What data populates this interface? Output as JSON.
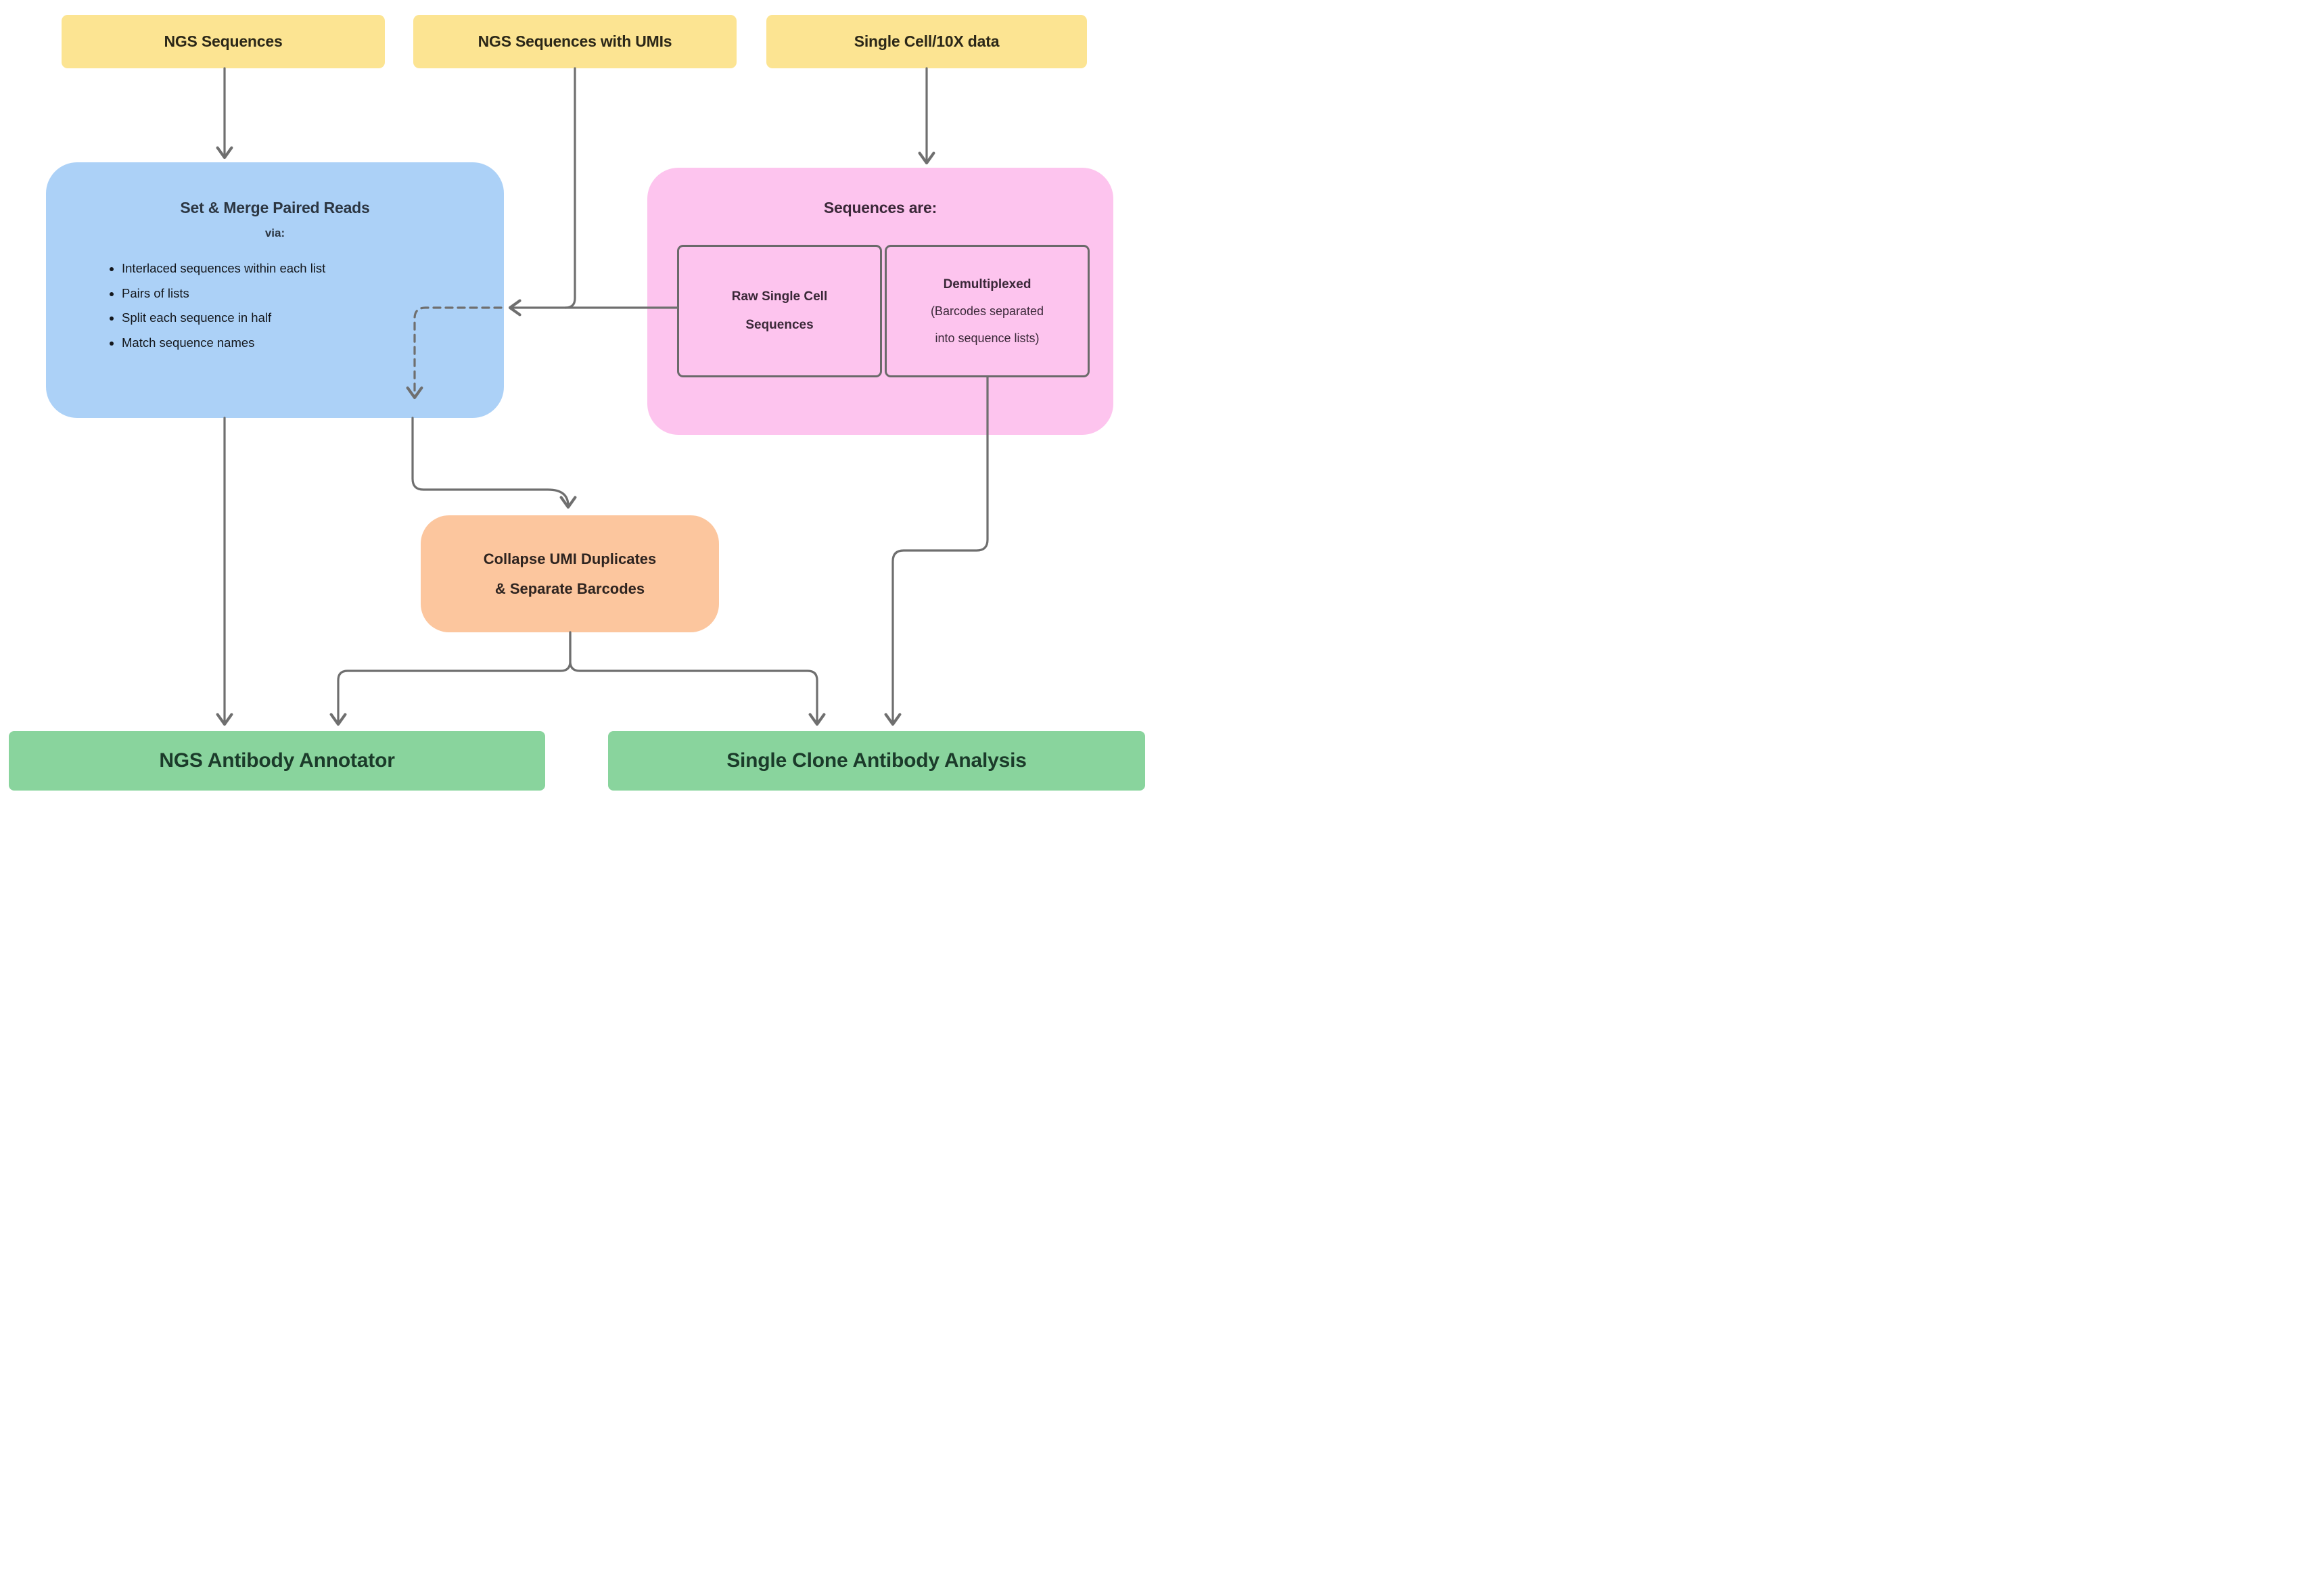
{
  "diagram": {
    "inputs": {
      "ngs": {
        "label": "NGS Sequences"
      },
      "umi": {
        "label": "NGS Sequences with UMIs"
      },
      "tenx": {
        "label": "Single Cell/10X data"
      }
    },
    "merge": {
      "title": "Set & Merge Paired Reads",
      "subtitle": "via:",
      "bullets": [
        "Interlaced sequences within each list",
        "Pairs of lists",
        "Split each sequence in half",
        "Match sequence names"
      ]
    },
    "sequences": {
      "title": "Sequences are:",
      "raw": {
        "line1": "Raw Single Cell",
        "line2": "Sequences"
      },
      "demux": {
        "title": "Demultiplexed",
        "line1": "(Barcodes separated",
        "line2": "into sequence lists)"
      }
    },
    "collapse": {
      "line1": "Collapse UMI Duplicates",
      "line2": "& Separate Barcodes"
    },
    "outputs": {
      "annotator": {
        "label": "NGS Antibody Annotator"
      },
      "clone": {
        "label": "Single Clone Antibody Analysis"
      }
    }
  },
  "colors": {
    "yellow": "#FCE492",
    "blue": "#ACD1F7",
    "pink": "#FDC4EE",
    "orange": "#FCC69E",
    "green": "#89D49D",
    "line": "#6F6F6F"
  }
}
